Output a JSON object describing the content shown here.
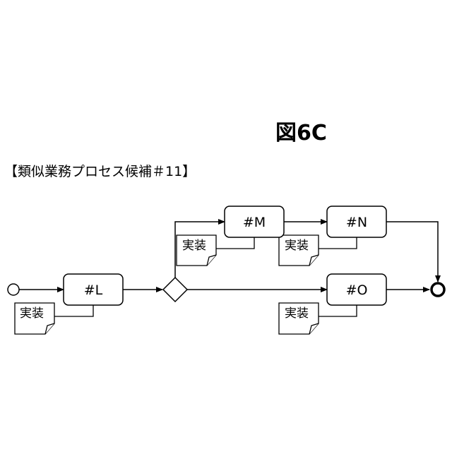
{
  "figure_label": "図6C",
  "title": "【類似業務プロセス候補＃11】",
  "tasks": [
    {
      "id": "L",
      "label": "#L",
      "note": "実装"
    },
    {
      "id": "M",
      "label": "#M",
      "note": "実装"
    },
    {
      "id": "N",
      "label": "#N",
      "note": ""
    },
    {
      "id": "O",
      "label": "#O",
      "note": "実装"
    }
  ],
  "notes": {
    "L": "実装",
    "M": "実装",
    "N": "実装",
    "O": "実装"
  },
  "colors": {
    "stroke": "#000000",
    "fill": "#ffffff"
  }
}
